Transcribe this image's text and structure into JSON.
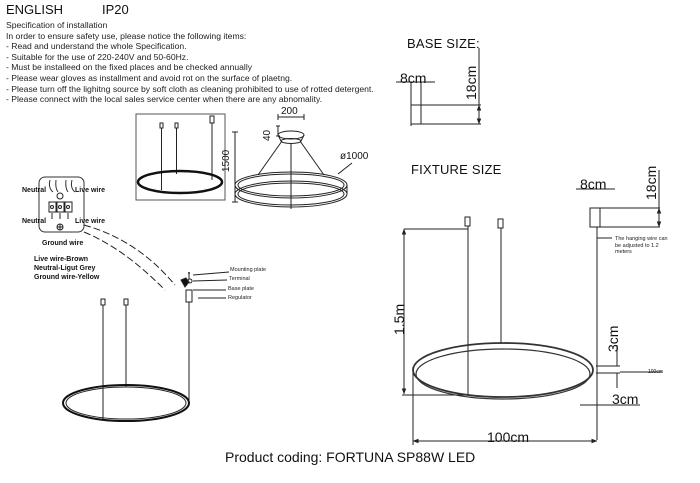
{
  "header": {
    "language": "ENGLISH",
    "ip_rating": "IP20"
  },
  "specification": {
    "title": "Specification of installation",
    "intro": "In order to ensure safety use, please notice the following items:",
    "items": [
      "- Read and understand the whole Specification.",
      "- Suitable for the use of 220-240V and 50-60Hz.",
      "- Must be installeed on the fixed places and be checked annually",
      "- Please wear gloves as installment and avoid rot on the surface of plaetng.",
      "- Please turn off the lighitng source by soft cloth as cleaning prohibited to use of rotted detergent.",
      "- Please connect with the local sales service center when there are any abnomality."
    ]
  },
  "wiring": {
    "labels": {
      "neutral_top": "Neutral",
      "live_top": "Live wire",
      "neutral_mid": "Neutral",
      "live_mid": "Live wire",
      "ground": "Ground wire"
    },
    "legend": [
      "Live wire-Brown",
      "Neutral-Ligut Grey",
      "Ground wire-Yellow"
    ]
  },
  "perspective_drawing": {
    "top_width": "200",
    "canopy_height": "40",
    "drop_height": "1500",
    "diameter": "ø1000"
  },
  "mounting_callouts": [
    "Mounting plate",
    "Terminal",
    "Base plate",
    "Regulator"
  ],
  "base_size": {
    "title": "BASE SIZE:",
    "width": "8cm",
    "height": "18cm"
  },
  "fixture_size": {
    "title": "FIXTURE SIZE",
    "base_width": "8cm",
    "base_height": "18cm",
    "wire_note_lines": [
      "The hanging wire can",
      "be adjusted to 1.2",
      "meters"
    ],
    "drop": "1.5m",
    "ring_height": "3cm",
    "ring_depth": "3cm",
    "ring_note": "100cm",
    "diameter": "100cm"
  },
  "footer": {
    "product_coding": "Product coding: FORTUNA SP88W LED"
  }
}
